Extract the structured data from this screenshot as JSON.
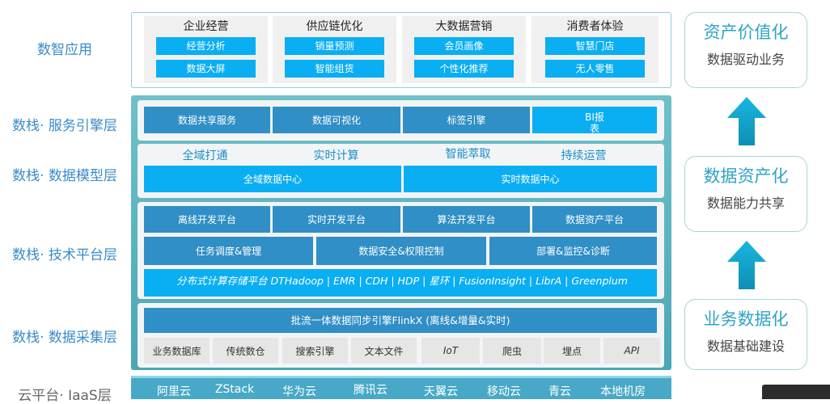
{
  "left_labels": {
    "app": "数智应用",
    "service": "数栈· 服务引擎层",
    "model": "数栈· 数据模型层",
    "tech": "数栈· 技术平台层",
    "collect": "数栈· 数据采集层",
    "cloud": "云平台· IaaS层"
  },
  "app_layer": {
    "groups": [
      {
        "title": "企业经营",
        "items": [
          "经营分析",
          "数据大屏"
        ]
      },
      {
        "title": "供应链优化",
        "items": [
          "销量预测",
          "智能组货"
        ]
      },
      {
        "title": "大数据营销",
        "items": [
          "会员画像",
          "个性化推荐"
        ]
      },
      {
        "title": "消费者体验",
        "items": [
          "智慧门店",
          "无人零售"
        ]
      }
    ]
  },
  "service_layer": {
    "items": [
      "数据共享服务",
      "数据可视化",
      "标签引擎",
      "BI报\n表"
    ]
  },
  "model_layer": {
    "headings": [
      "全域打通",
      "实时计算",
      "智能萃取",
      "持续运营"
    ],
    "centers": [
      "全域数据中心",
      "实时数据中心"
    ]
  },
  "tech_layer": {
    "row1": [
      "离线开发平台",
      "实时开发平台",
      "算法开发平台",
      "数据资产平台"
    ],
    "row2": [
      "任务调度&管理",
      "数据安全&权限控制",
      "部署&监控&诊断"
    ],
    "row3": "分布式计算存储平台 DTHadoop | EMR | CDH | HDP | 星环 | FusionInsight | LibrA | Greenplum"
  },
  "collect_layer": {
    "engine": "批流一体数据同步引擎FlinkX (离线&增量&实时)",
    "sources": [
      "业务数据库",
      "传统数仓",
      "搜索引擎",
      "文本文件",
      "IoT",
      "爬虫",
      "埋点",
      "API"
    ]
  },
  "cloud_layer": {
    "items": [
      "阿里云",
      "ZStack",
      "华为云",
      "腾讯云",
      "天翼云",
      "移动云",
      "青云",
      "本地机房"
    ]
  },
  "value_chain": [
    {
      "title": "资产价值化",
      "subtitle": "数据驱动业务"
    },
    {
      "title": "数据资产化",
      "subtitle": "数据能力共享"
    },
    {
      "title": "业务数据化",
      "subtitle": "数据基础建设"
    }
  ],
  "colors": {
    "dark_box": "#2f8fc6",
    "bright_box": "#0aaef2",
    "teal_panel": "#5cb4bf",
    "arrow": "#1aa9cf",
    "label": "#3a8bc8"
  }
}
